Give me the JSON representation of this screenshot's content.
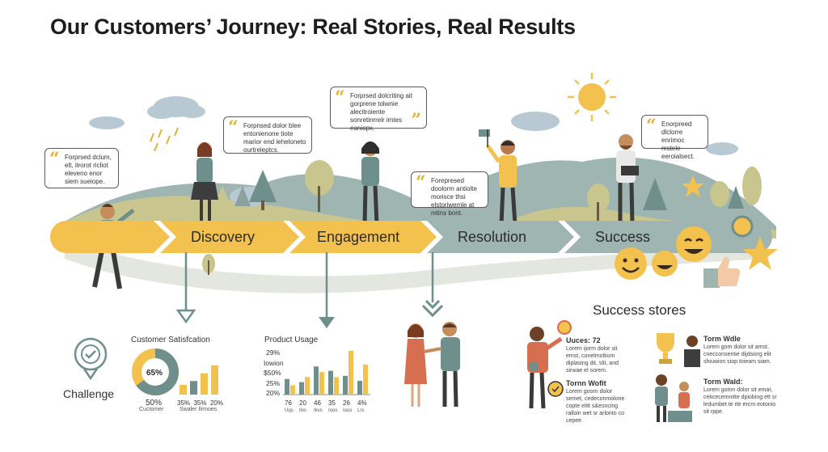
{
  "title": "Our Customers’ Journey: Real Stories, Real Results",
  "colors": {
    "yellow": "#f2c14e",
    "teal": "#6f8f8c",
    "tealLight": "#9fb5b2",
    "hill": "#c9c58f",
    "quote": "#e6b233"
  },
  "bubbles": [
    {
      "text": "Forprsed dclum, elt, ilrorot ricliot eleveno enor siem sueiope."
    },
    {
      "text": "Forpnsed dolor blee entonienone tiote marior end ieheloneto ourtreleptcs."
    },
    {
      "text": "Forprsed dolcriting ait gorprene tolwnie alecitroiente sonretinrrelr imtes eaniopx."
    },
    {
      "text": "Forepresed doolorm antiolte morisce thsi elstoriwemle at mtins bont."
    },
    {
      "text": "Enorpreed dlclorre enrimoc mstele eeroialsect."
    }
  ],
  "stages": [
    "Discovery",
    "Engagement",
    "Resolution",
    "Success"
  ],
  "challenge": {
    "label": "Challenge",
    "icon": "badge-check-icon"
  },
  "satisfaction": {
    "title": "Customer Satisfcation",
    "donut_value": 65,
    "donut_label": "65%",
    "bottom_left_value": "50%",
    "bottom_left_label": "Cuctomer",
    "bar_labels": [
      "35%",
      "35%",
      "20%"
    ],
    "bar_caption": "Swaler Ilrmoes",
    "bars": [
      0.25,
      0.35,
      0.55,
      0.75
    ]
  },
  "chart_data": {
    "type": "bar",
    "title": "Product Usage",
    "y_tick_labels": [
      "29%",
      "Iowion",
      "$50%",
      "25%",
      "20%"
    ],
    "categories": [
      "Uqs",
      "lIvs",
      "Ikvs",
      "Ioos",
      "Ioos",
      "Lrs"
    ],
    "x_values": [
      "76",
      "20",
      "46",
      "35",
      "26",
      "4%"
    ],
    "series": [
      {
        "values": [
          25,
          20,
          45,
          38,
          30,
          22
        ],
        "color": "#6f8f8c"
      },
      {
        "values": [
          15,
          28,
          36,
          28,
          70,
          48
        ],
        "color": "#f2c14e"
      }
    ]
  },
  "success": {
    "heading": "Success stores",
    "stories": [
      {
        "name": "Uuces: 72",
        "text": "Lorem ijorm dolor sit emst, conelmoltiom diplasing dit, slit, and sirwae el sorem."
      },
      {
        "name": "Torm Wdle",
        "text": "Lorem gom dolor sit amst, cnecconsentie dijdsiorg elit shiuwion siop toieam siam."
      },
      {
        "name": "Tornn Wofit",
        "text": "Lorem goorn dolor semet, cedeconmolone copte elitt s&esncing ralloin wet sr arlonto co cepee."
      },
      {
        "name": "Torm Wald:",
        "text": "Lorem gomn dolor sit emat, cekcecemnitte dpiobing ett sr ledumbet te rte ercm eotonio sit rppe."
      }
    ]
  }
}
